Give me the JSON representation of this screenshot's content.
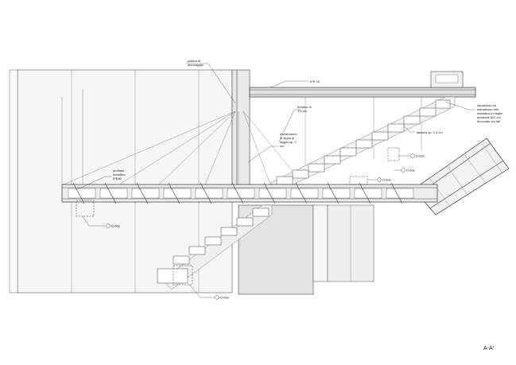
{
  "section_label": "A-A'",
  "annotations": {
    "piastra": [
      "piastra di",
      "ancoraggio"
    ],
    "ipe": "IPE 20",
    "bordino": [
      "bordino di",
      "1.5 cm"
    ],
    "rivestimento": [
      "rivestimento",
      "in legno di",
      "faggio sp. 2",
      "cm"
    ],
    "profilato": [
      "profilato",
      "metallico",
      "IPE80"
    ],
    "intradosso": [
      "intradosso ed",
      "estradosso rete",
      "metallica a maglie",
      "quadrate 8x2 cm",
      "rinnovate sui lati"
    ],
    "lamiera": "lamiera sp. 0.3 cm"
  },
  "detail_refs": [
    "D-60e",
    "D-60e",
    "D-60e",
    "D-60e",
    "D-60e"
  ],
  "colors": {
    "line": "#444444",
    "fill_light": "#f3f3f3",
    "fill_mid": "#e6e6e6",
    "fill_dark": "#d6d6d6"
  }
}
